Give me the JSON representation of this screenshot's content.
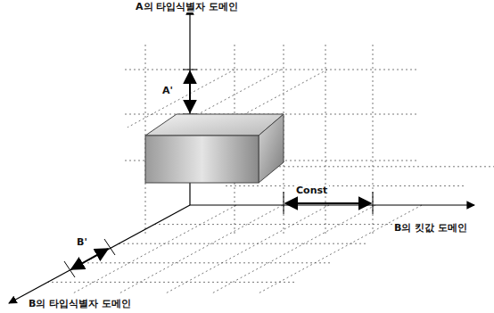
{
  "diagram": {
    "labels": [
      "A의 타입식별자 도메인",
      "A'",
      "Const",
      "B의 킷값 도메인",
      "B'",
      "B의 타입식별자 도메인"
    ]
  }
}
